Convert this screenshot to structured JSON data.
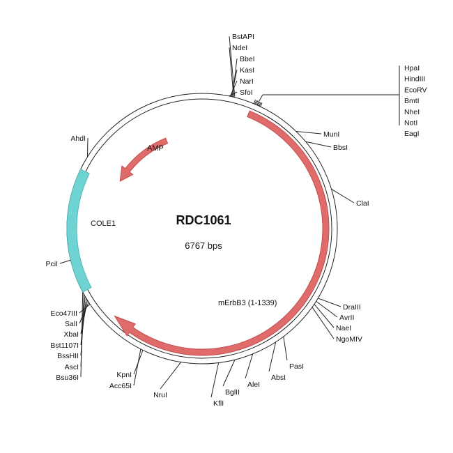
{
  "plasmid": {
    "name": "RDC1061",
    "size": "6767 bps"
  },
  "features": [
    {
      "id": "amp",
      "label": "AMP",
      "color": "#e06b6b"
    },
    {
      "id": "merbb3",
      "label": "mErbB3 (1-1339)",
      "color": "#e06b6b"
    },
    {
      "id": "cole1",
      "label": "COLE1",
      "color": "#6fd3d3"
    }
  ],
  "site_groups": [
    {
      "id": "top",
      "sites": [
        "BstAPI",
        "NdeI",
        "BbeI",
        "KasI",
        "NarI",
        "SfoI"
      ]
    },
    {
      "id": "top-right",
      "sites": [
        "HpaI",
        "HindIII",
        "EcoRV",
        "BmtI",
        "NheI",
        "NotI",
        "EagI"
      ]
    },
    {
      "id": "right-1",
      "sites": [
        "MunI",
        "BbsI"
      ]
    },
    {
      "id": "right-2",
      "sites": [
        "ClaI"
      ]
    },
    {
      "id": "right-3",
      "sites": [
        "DraIII",
        "AvrII",
        "NaeI",
        "NgoMIV"
      ]
    },
    {
      "id": "bottom-right",
      "sites": [
        "PasI",
        "AbsI",
        "AleI",
        "BglII",
        "KflI"
      ]
    },
    {
      "id": "bottom",
      "sites": [
        "NruI"
      ]
    },
    {
      "id": "bottom-left",
      "sites": [
        "KpnI",
        "Acc65I"
      ]
    },
    {
      "id": "left-1",
      "sites": [
        "Eco47III",
        "SalI",
        "XbaI",
        "Bst1107I",
        "BssHII",
        "AscI",
        "Bsu36I"
      ]
    },
    {
      "id": "left-2",
      "sites": [
        "PciI"
      ]
    },
    {
      "id": "left-3",
      "sites": [
        "AhdI"
      ]
    }
  ]
}
